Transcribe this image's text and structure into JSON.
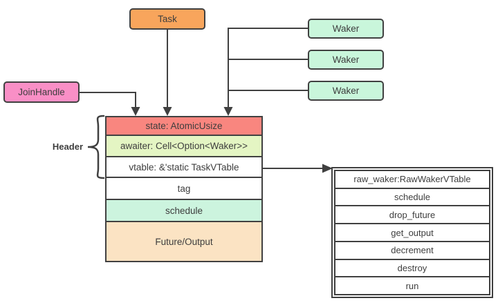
{
  "nodes": {
    "task": "Task",
    "join_handle": "JoinHandle",
    "wakers": [
      "Waker",
      "Waker",
      "Waker"
    ],
    "header_label": "Header"
  },
  "task_struct": {
    "rows": [
      {
        "label": "state: AtomicUsize",
        "fill": "#f9867f"
      },
      {
        "label": "awaiter: Cell<Option<Waker>>",
        "fill": "#e4f5c3"
      },
      {
        "label": "vtable: &'static TaskVTable",
        "fill": "#ffffff"
      },
      {
        "label": "tag",
        "fill": "#ffffff"
      },
      {
        "label": "schedule",
        "fill": "#ccf4de"
      },
      {
        "label": "Future/Output",
        "fill": "#fbe3c3"
      }
    ]
  },
  "vtable_table": {
    "rows": [
      "raw_waker:RawWakerVTable",
      "schedule",
      "drop_future",
      "get_output",
      "decrement",
      "destroy",
      "run"
    ]
  },
  "colors": {
    "task_fill": "#f8a55c",
    "waker_fill": "#c9f6db",
    "join_handle_fill": "#f98fc6",
    "line": "#404040",
    "text": "#3d3d3d"
  }
}
